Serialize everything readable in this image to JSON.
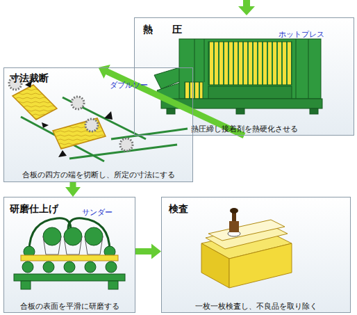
{
  "diagram": {
    "nodes": [
      {
        "text": [
          "熱　　圧",
          "ホットプレス",
          "熱圧締し接着剤を熱硬化させる"
        ]
      },
      {
        "text": [
          "寸法裁断",
          "ダブルソー",
          "合板の四方の端を切断し、所定の寸法にする"
        ]
      },
      {
        "text": [
          "研磨仕上げ",
          "サンダー",
          "合板の表面を平滑に研磨する"
        ]
      },
      {
        "text": [
          "検査",
          "一枚一枚検査し、不良品を取り除く"
        ]
      }
    ],
    "edges": [
      {
        "from": 0,
        "to": 1,
        "arrow": "to"
      },
      {
        "from": 1,
        "to": 2,
        "arrow": "to"
      },
      {
        "from": 2,
        "to": 3,
        "arrow": "to"
      }
    ]
  }
}
